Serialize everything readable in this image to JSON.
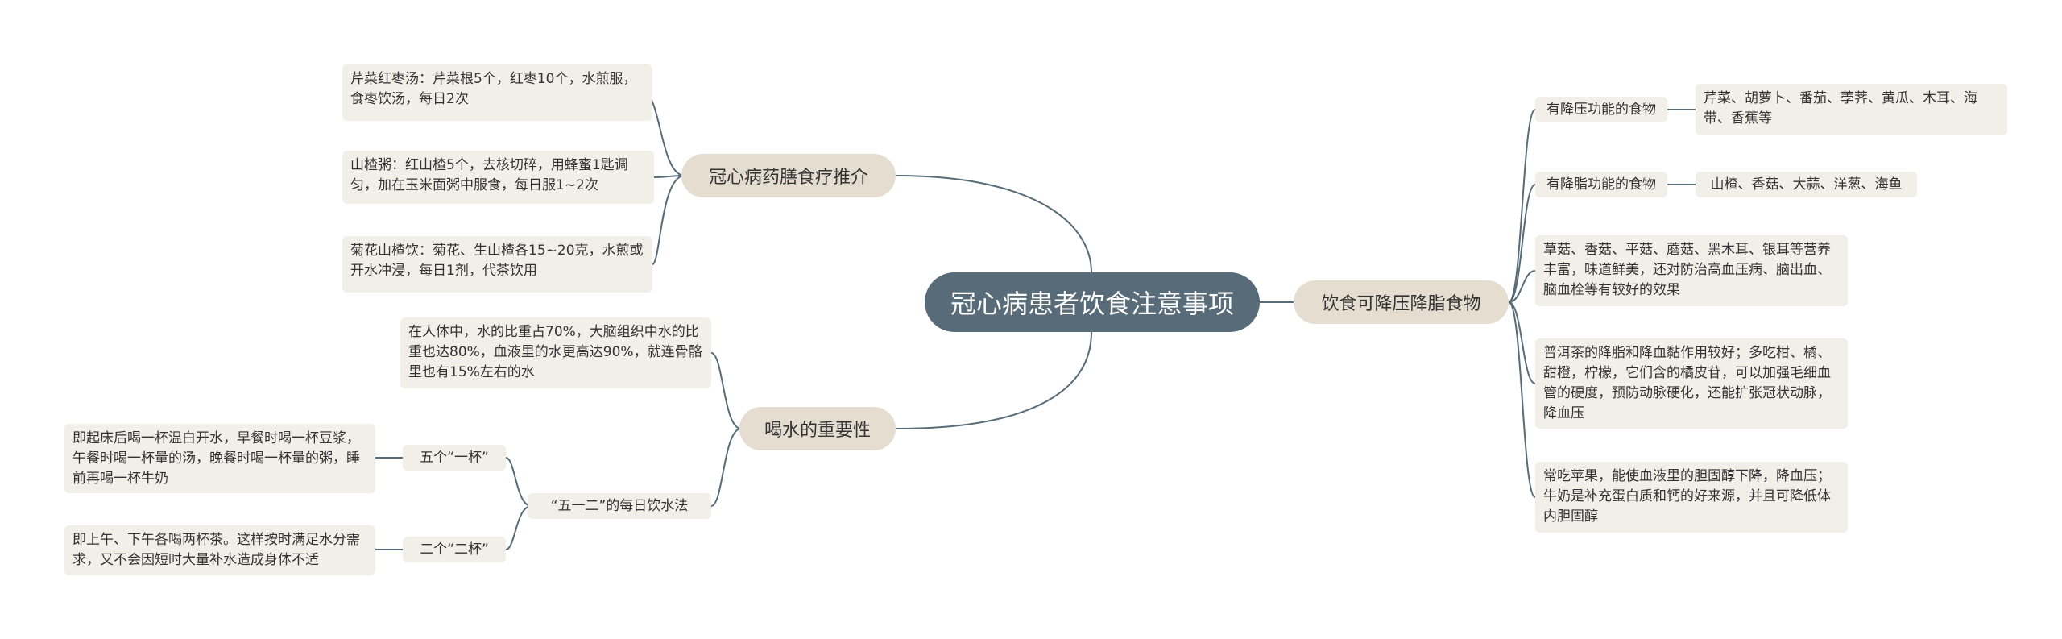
{
  "root": "冠心病患者饮食注意事项",
  "branches": {
    "diet_therapy": {
      "label": "冠心病药膳食疗推介",
      "items": [
        "芹菜红枣汤：芹菜根5个，红枣10个，水煎服，食枣饮汤，每日2次",
        "山楂粥：红山楂5个，去核切碎，用蜂蜜1匙调匀，加在玉米面粥中服食，每日服1~2次",
        "菊花山楂饮：菊花、生山楂各15~20克，水煎或开水冲浸，每日1剂，代茶饮用"
      ]
    },
    "water": {
      "label": "喝水的重要性",
      "fact": "在人体中，水的比重占70%，大脑组织中水的比重也达80%，血液里的水更高达90%，就连骨骼里也有15%左右的水",
      "method": {
        "label": "“五一二”的每日饮水法",
        "five": {
          "label": "五个“一杯”",
          "detail": "即起床后喝一杯温白开水，早餐时喝一杯豆浆，午餐时喝一杯量的汤，晚餐时喝一杯量的粥，睡前再喝一杯牛奶"
        },
        "two": {
          "label": "二个“二杯”",
          "detail": "即上午、下午各喝两杯茶。这样按时满足水分需求，又不会因短时大量补水造成身体不适"
        }
      }
    },
    "lowering": {
      "label": "饮食可降压降脂食物",
      "bp": {
        "label": "有降压功能的食物",
        "detail": "芹菜、胡萝卜、番茄、荸荠、黄瓜、木耳、海带、香蕉等"
      },
      "lipid": {
        "label": "有降脂功能的食物",
        "detail": "山楂、香菇、大蒜、洋葱、海鱼"
      },
      "notes": [
        "草菇、香菇、平菇、蘑菇、黑木耳、银耳等营养丰富，味道鲜美，还对防治高血压病、脑出血、脑血栓等有较好的效果",
        "普洱茶的降脂和降血黏作用较好；多吃柑、橘、甜橙，柠檬，它们含的橘皮苷，可以加强毛细血管的硬度，预防动脉硬化，还能扩张冠状动脉，降血压",
        "常吃苹果，能使血液里的胆固醇下降，降血压；牛奶是补充蛋白质和钙的好来源，并且可降低体内胆固醇"
      ]
    }
  },
  "colors": {
    "root_bg": "#576c78",
    "branch_bg": "#e6ddd1",
    "leaf_bg": "#f2efe9",
    "line": "#576c78"
  }
}
